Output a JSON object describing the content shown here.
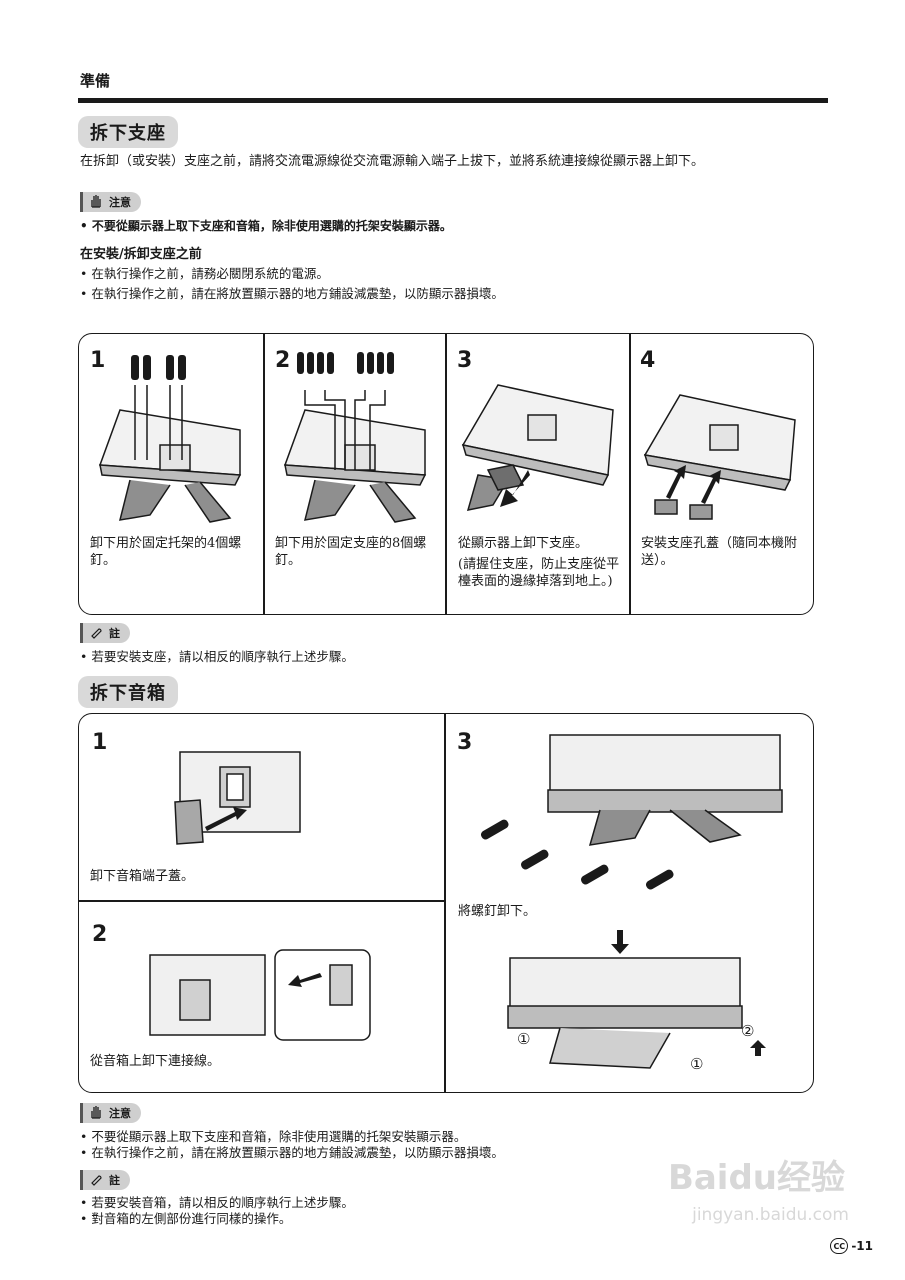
{
  "header": {
    "label": "準備"
  },
  "section1": {
    "title": "拆下支座",
    "intro": "在拆卸（或安裝）支座之前，請將交流電源線從交流電源輸入端子上拔下，並將系統連接線從顯示器上卸下。",
    "caution_badge": "注意",
    "caution_text": "不要從顯示器上取下支座和音箱，除非使用選購的托架安裝顯示器。",
    "subheading": "在安裝/拆卸支座之前",
    "pre_bullets": [
      "在執行操作之前，請務必關閉系統的電源。",
      "在執行操作之前，請在將放置顯示器的地方鋪設減震墊，以防顯示器損壞。"
    ],
    "steps": [
      {
        "num": "1",
        "caption": "卸下用於固定托架的4個螺釘。"
      },
      {
        "num": "2",
        "caption": "卸下用於固定支座的8個螺釘。"
      },
      {
        "num": "3",
        "caption": "從顯示器上卸下支座。",
        "sub": "(請握住支座，防止支座從平檯表面的邊緣掉落到地上。)"
      },
      {
        "num": "4",
        "caption": "安裝支座孔蓋（隨同本機附送）。"
      }
    ],
    "note_badge": "註",
    "note_text": "若要安裝支座，請以相反的順序執行上述步驟。"
  },
  "section2": {
    "title": "拆下音箱",
    "steps": [
      {
        "num": "1",
        "caption": "卸下音箱端子蓋。"
      },
      {
        "num": "2",
        "caption": "從音箱上卸下連接線。"
      },
      {
        "num": "3",
        "caption": "將螺釘卸下。"
      }
    ],
    "callouts": [
      "①",
      "①",
      "②"
    ],
    "caution_badge": "注意",
    "caution_bullets": [
      "不要從顯示器上取下支座和音箱，除非使用選購的托架安裝顯示器。",
      "在執行操作之前，請在將放置顯示器的地方鋪設減震墊，以防顯示器損壞。"
    ],
    "note_badge": "註",
    "note_bullets": [
      "若要安裝音箱，請以相反的順序執行上述步驟。",
      "對音箱的左側部份進行同樣的操作。"
    ]
  },
  "footer": {
    "badge": "CC",
    "page": "-11"
  },
  "watermark": {
    "brand": "Baidu经验",
    "url": "jingyan.baidu.com"
  }
}
